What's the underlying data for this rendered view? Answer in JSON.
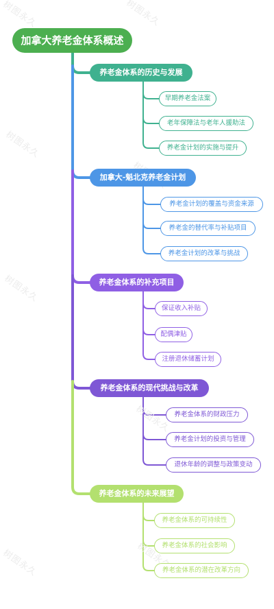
{
  "root": {
    "label": "加拿大养老金体系概述"
  },
  "watermark": "树图永久",
  "branches": [
    {
      "label": "养老金体系的历史与发展",
      "color": "#3fb18f",
      "children": [
        "早期养老金法案",
        "老年保障法与老年人援助法",
        "养老金计划的实施与提升"
      ]
    },
    {
      "label": "加拿大-魁北克养老金计划",
      "color": "#4d96e6",
      "children": [
        "养老金计划的覆盖与资金来源",
        "养老金的替代率与补贴项目",
        "养老金计划的改革与挑战"
      ]
    },
    {
      "label": "养老金体系的补充项目",
      "color": "#8f5fe4",
      "children": [
        "保证收入补贴",
        "配偶津贴",
        "注册退休储蓄计划"
      ]
    },
    {
      "label": "养老金体系的现代挑战与改革",
      "color": "#7e57d5",
      "children": [
        "养老金体系的财政压力",
        "养老金计划的投资与管理",
        "退休年龄的调整与政策变动"
      ]
    },
    {
      "label": "养老金体系的未来展望",
      "color": "#b3e06f",
      "children": [
        "养老金体系的可持续性",
        "养老金体系的社会影响",
        "养老金体系的潜在改革方向"
      ]
    }
  ]
}
